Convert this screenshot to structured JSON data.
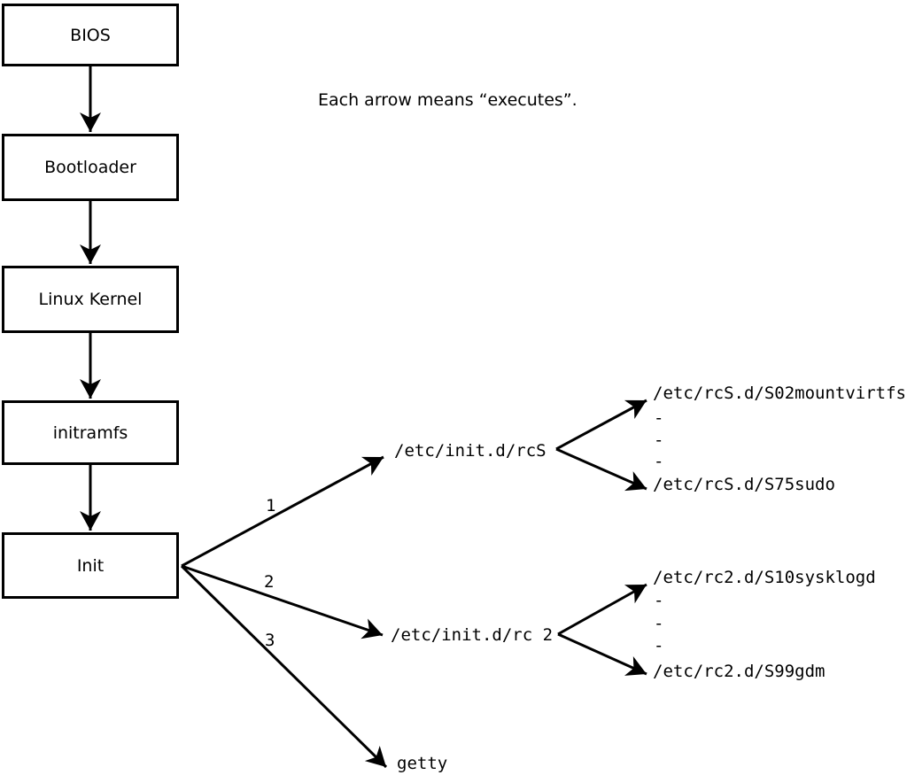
{
  "caption": "Each arrow means “executes”.",
  "chain": [
    "BIOS",
    "Bootloader",
    "Linux Kernel",
    "initramfs",
    "Init"
  ],
  "edge_labels": [
    "1",
    "2",
    "3"
  ],
  "level1": {
    "rcs": "/etc/init.d/rcS",
    "rc2": "/etc/init.d/rc 2",
    "getty": "getty"
  },
  "rcs_scripts": {
    "first": "/etc/rcS.d/S02mountvirtfs",
    "dashes": [
      "-",
      "-",
      "-"
    ],
    "last": "/etc/rcS.d/S75sudo"
  },
  "rc2_scripts": {
    "first": "/etc/rc2.d/S10sysklogd",
    "dashes": [
      "-",
      "-",
      "-"
    ],
    "last": "/etc/rc2.d/S99gdm"
  },
  "colors": {
    "line": "#000000",
    "background": "#ffffff",
    "box_fill": "#ffffff"
  }
}
